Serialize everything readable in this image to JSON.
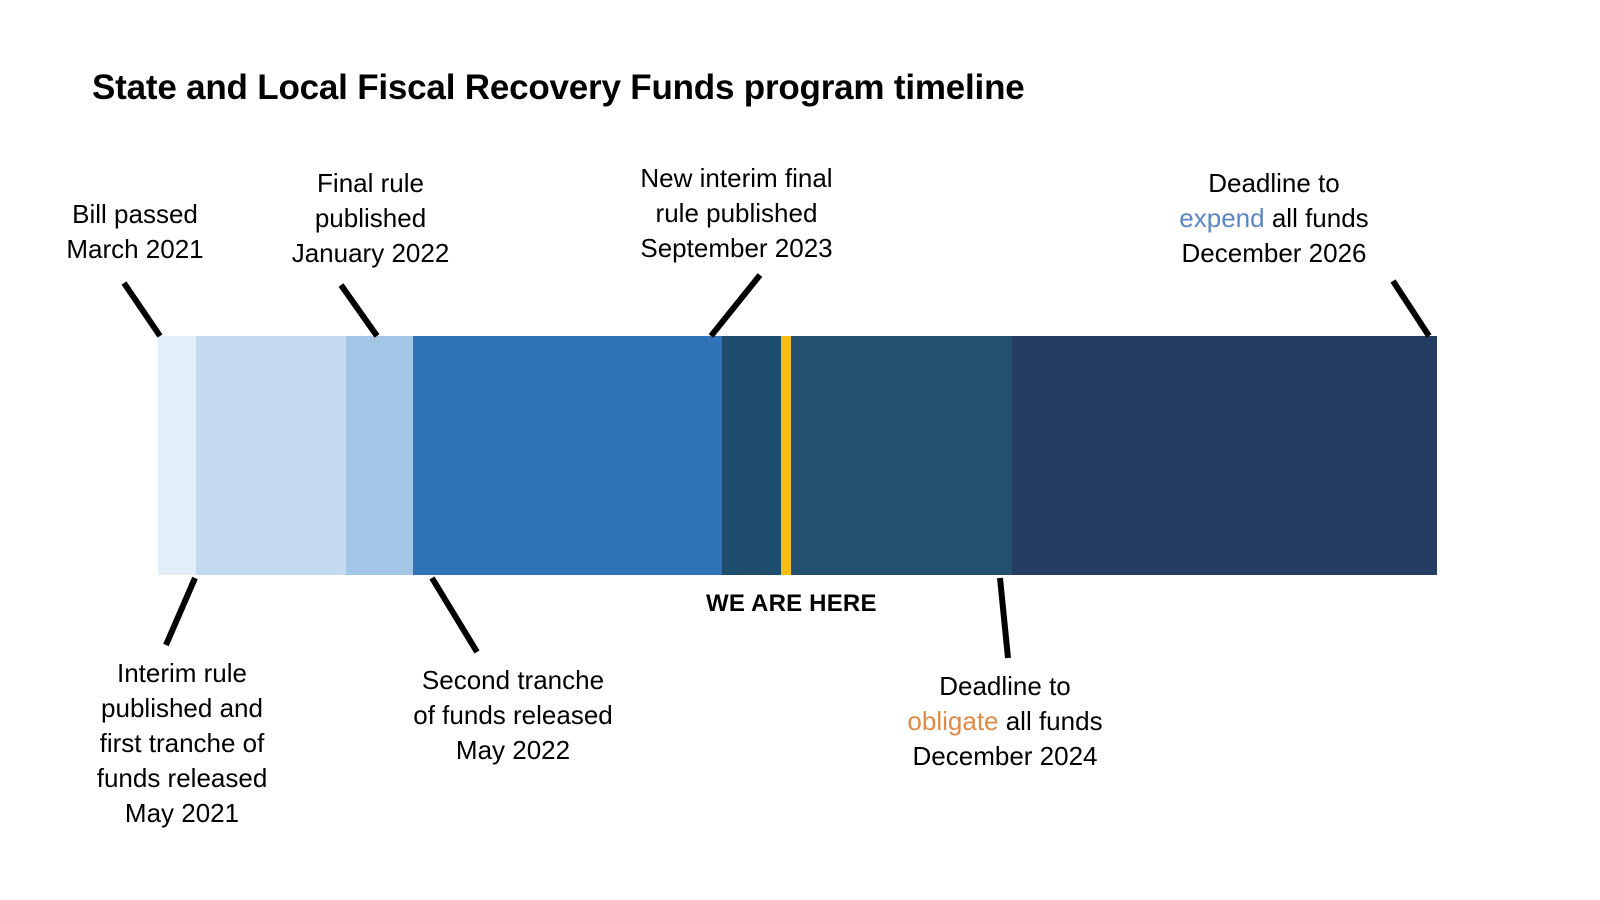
{
  "chart_data": {
    "type": "bar",
    "title": "State and Local Fiscal Recovery Funds program timeline",
    "orientation": "horizontal-stacked-timeline",
    "xlabel": "",
    "ylabel": "",
    "grid": false,
    "legend": "none",
    "x_range_start": "March 2021",
    "x_range_end": "December 2026",
    "current_marker": {
      "label": "WE ARE HERE",
      "color": "#f5bc14",
      "position_fraction": 0.495
    },
    "categories": [
      "Bill passed March 2021",
      "Interim rule published and first tranche of funds released May 2021",
      "Final rule published January 2022",
      "Second tranche of funds released May 2022",
      "New interim final rule published September 2023",
      "We are here",
      "Deadline to obligate all funds December 2024",
      "Deadline to expend all funds December 2026"
    ],
    "segments": [
      {
        "name": "pre-interim-rule",
        "start_fraction": 0.0,
        "end_fraction": 0.03,
        "color": "#e2eef8"
      },
      {
        "name": "interim-rule-phase",
        "start_fraction": 0.03,
        "end_fraction": 0.147,
        "color": "#c4daee"
      },
      {
        "name": "final-rule-phase",
        "start_fraction": 0.147,
        "end_fraction": 0.199,
        "color": "#a3c6e6"
      },
      {
        "name": "second-tranche",
        "start_fraction": 0.199,
        "end_fraction": 0.441,
        "color": "#3173b8"
      },
      {
        "name": "new-interim-final",
        "start_fraction": 0.441,
        "end_fraction": 0.487,
        "color": "#1f4d6e"
      },
      {
        "name": "present-marker",
        "start_fraction": 0.487,
        "end_fraction": 0.495,
        "color": "#f5bc14"
      },
      {
        "name": "to-obligation",
        "start_fraction": 0.495,
        "end_fraction": 0.668,
        "color": "#22506f"
      },
      {
        "name": "to-expenditure",
        "start_fraction": 0.668,
        "end_fraction": 1.0,
        "color": "#253c63"
      }
    ]
  },
  "title": "State and Local Fiscal Recovery Funds program timeline",
  "annotations": {
    "top": [
      {
        "id": "bill-passed",
        "lines": [
          "Bill passed",
          "March 2021"
        ]
      },
      {
        "id": "final-rule",
        "lines": [
          "Final rule",
          "published",
          "January 2022"
        ]
      },
      {
        "id": "new-interim-final",
        "lines": [
          "New interim final",
          "rule published",
          "September 2023"
        ]
      },
      {
        "id": "expend-deadline",
        "line1": "Deadline to",
        "line2_highlight": "expend",
        "line2_rest": " all funds",
        "line3": "December 2026",
        "highlight_color": "#5a86c4"
      }
    ],
    "bottom": [
      {
        "id": "interim-rule",
        "lines": [
          "Interim rule",
          "published and",
          "first tranche of",
          "funds released",
          "May 2021"
        ]
      },
      {
        "id": "second-tranche",
        "lines": [
          "Second tranche",
          "of funds released",
          "May 2022"
        ]
      },
      {
        "id": "obligate-deadline",
        "line1": "Deadline to",
        "line2_highlight": "obligate",
        "line2_rest": " all funds",
        "line3": "December 2024",
        "highlight_color": "#e08a47"
      }
    ],
    "marker_label": "WE ARE HERE"
  },
  "colors": {
    "background": "#ffffff",
    "text": "#000000",
    "marker_yellow": "#f5bc14",
    "expend_blue": "#5a86c4",
    "obligate_orange": "#e08a47",
    "leader_line": "#000000"
  }
}
